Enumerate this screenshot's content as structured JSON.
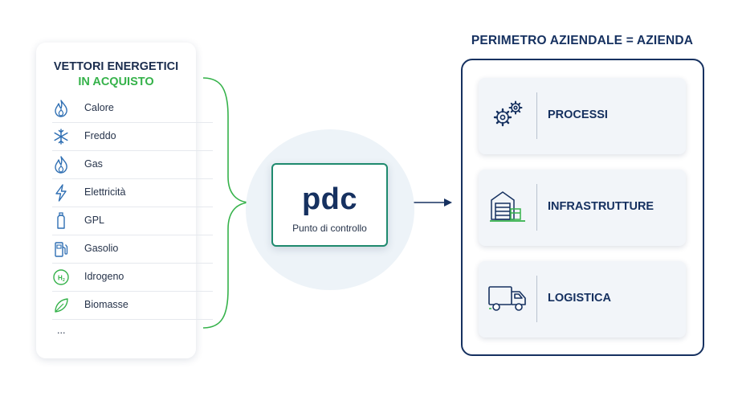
{
  "left_panel": {
    "title_line1": "VETTORI ENERGETICI",
    "title_line2": "IN ACQUISTO",
    "items": [
      {
        "label": "Calore",
        "icon": "flame-icon"
      },
      {
        "label": "Freddo",
        "icon": "snowflake-icon"
      },
      {
        "label": "Gas",
        "icon": "flame-icon"
      },
      {
        "label": "Elettricità",
        "icon": "lightning-icon"
      },
      {
        "label": "GPL",
        "icon": "gas-cylinder-icon"
      },
      {
        "label": "Gasolio",
        "icon": "fuel-pump-icon"
      },
      {
        "label": "Idrogeno",
        "icon": "hydrogen-icon"
      },
      {
        "label": "Biomasse",
        "icon": "leaf-icon"
      },
      {
        "label": "...",
        "icon": ""
      }
    ]
  },
  "center": {
    "abbr": "pdc",
    "subtitle": "Punto di controllo"
  },
  "right_panel": {
    "title": "PERIMETRO AZIENDALE = AZIENDA",
    "units": [
      {
        "label": "PROCESSI",
        "icon": "gears-icon"
      },
      {
        "label": "INFRASTRUTTURE",
        "icon": "warehouse-icon"
      },
      {
        "label": "LOGISTICA",
        "icon": "truck-icon"
      }
    ]
  },
  "colors": {
    "navy": "#163160",
    "green": "#35b24a",
    "teal_border": "#1f8a6e",
    "icon_blue": "#2f6fb3"
  }
}
